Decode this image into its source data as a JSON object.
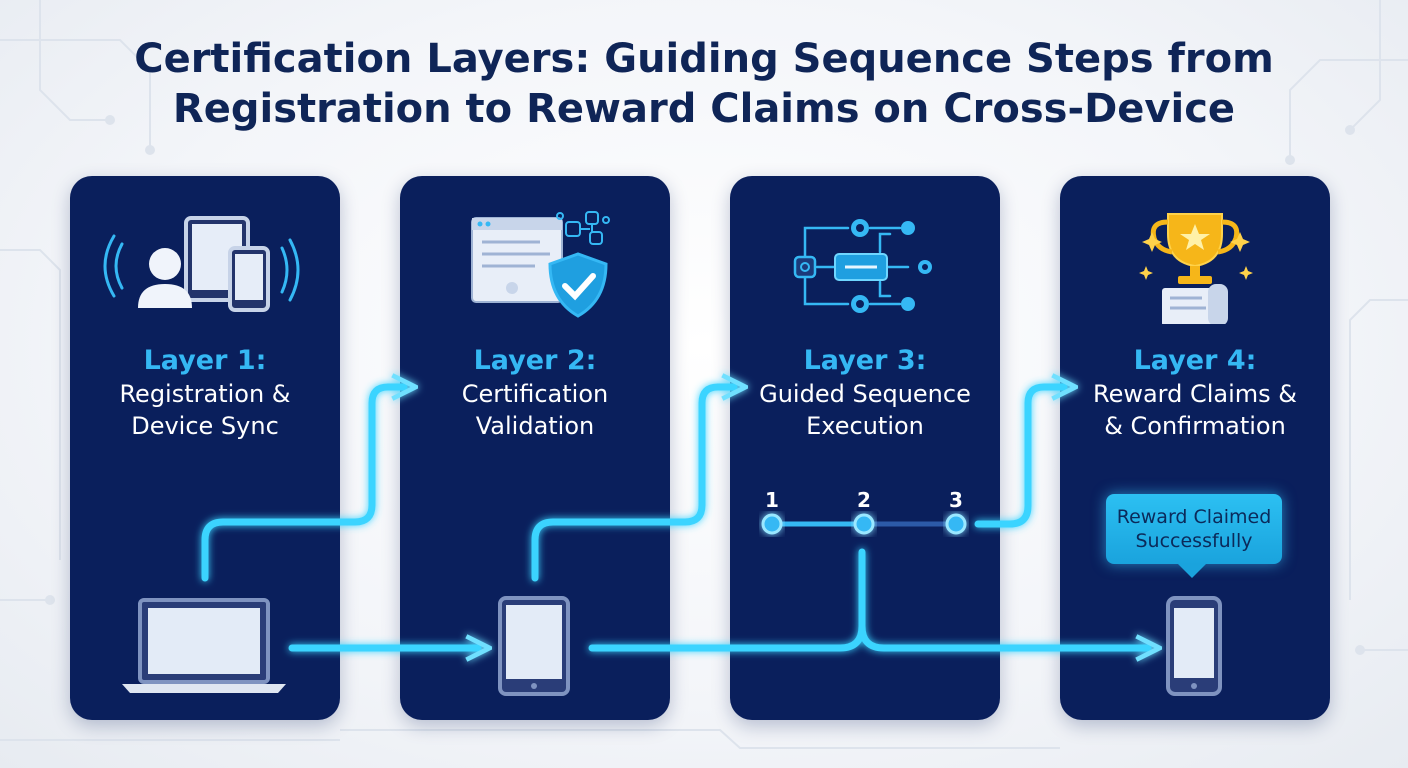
{
  "title": {
    "line1": "Certification Layers: Guiding Sequence Steps from",
    "line2": "Registration to Reward Claims on Cross-Device"
  },
  "layers": [
    {
      "title": "Layer 1:",
      "line1": "Registration &",
      "line2": "Device Sync",
      "icon": "user-devices-icon"
    },
    {
      "title": "Layer 2:",
      "line1": "Certification",
      "line2": "Validation",
      "icon": "certificate-shield-icon"
    },
    {
      "title": "Layer 3:",
      "line1": "Guided Sequence",
      "line2": "Execution",
      "icon": "workflow-icon"
    },
    {
      "title": "Layer 4:",
      "line1": "Reward Claims &",
      "line2": "& Confirmation",
      "icon": "trophy-icon"
    }
  ],
  "steps": [
    "1",
    "2",
    "3"
  ],
  "reward_badge": {
    "line1": "Reward Claimed",
    "line2": "Successfully"
  },
  "colors": {
    "panel": "#0a1f5c",
    "title": "#0f2557",
    "accent": "#35b8f4",
    "glow": "#3ad4ff"
  }
}
